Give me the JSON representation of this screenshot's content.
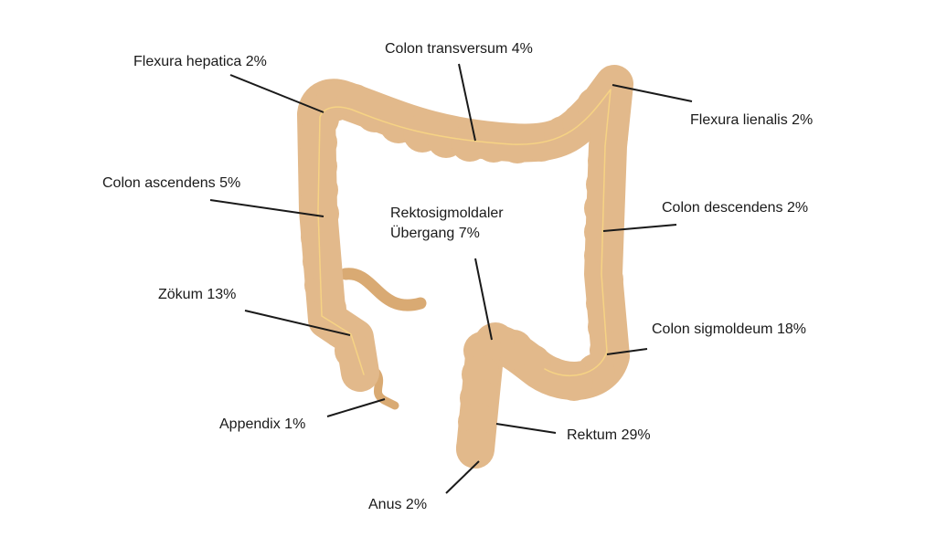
{
  "colors": {
    "colon": "#e2b98b",
    "colon_highlight": "#f6d384",
    "appendix_ileum": "#d9aa73",
    "leader_line": "#1a1a1a",
    "background": "#ffffff"
  },
  "labels": {
    "flexura_hepatica": "Flexura hepatica 2%",
    "colon_transversum": "Colon transversum 4%",
    "flexura_lienalis": "Flexura lienalis 2%",
    "colon_ascendens": "Colon ascendens 5%",
    "colon_descendens": "Colon descendens 2%",
    "rektosigmoidaler_line1": "Rektosigmoldaler",
    "rektosigmoidaler_line2": "Übergang 7%",
    "zoekum": "Zökum 13%",
    "colon_sigmoideum": "Colon sigmoldeum 18%",
    "appendix": "Appendix 1%",
    "rektum": "Rektum 29%",
    "anus": "Anus 2%"
  }
}
